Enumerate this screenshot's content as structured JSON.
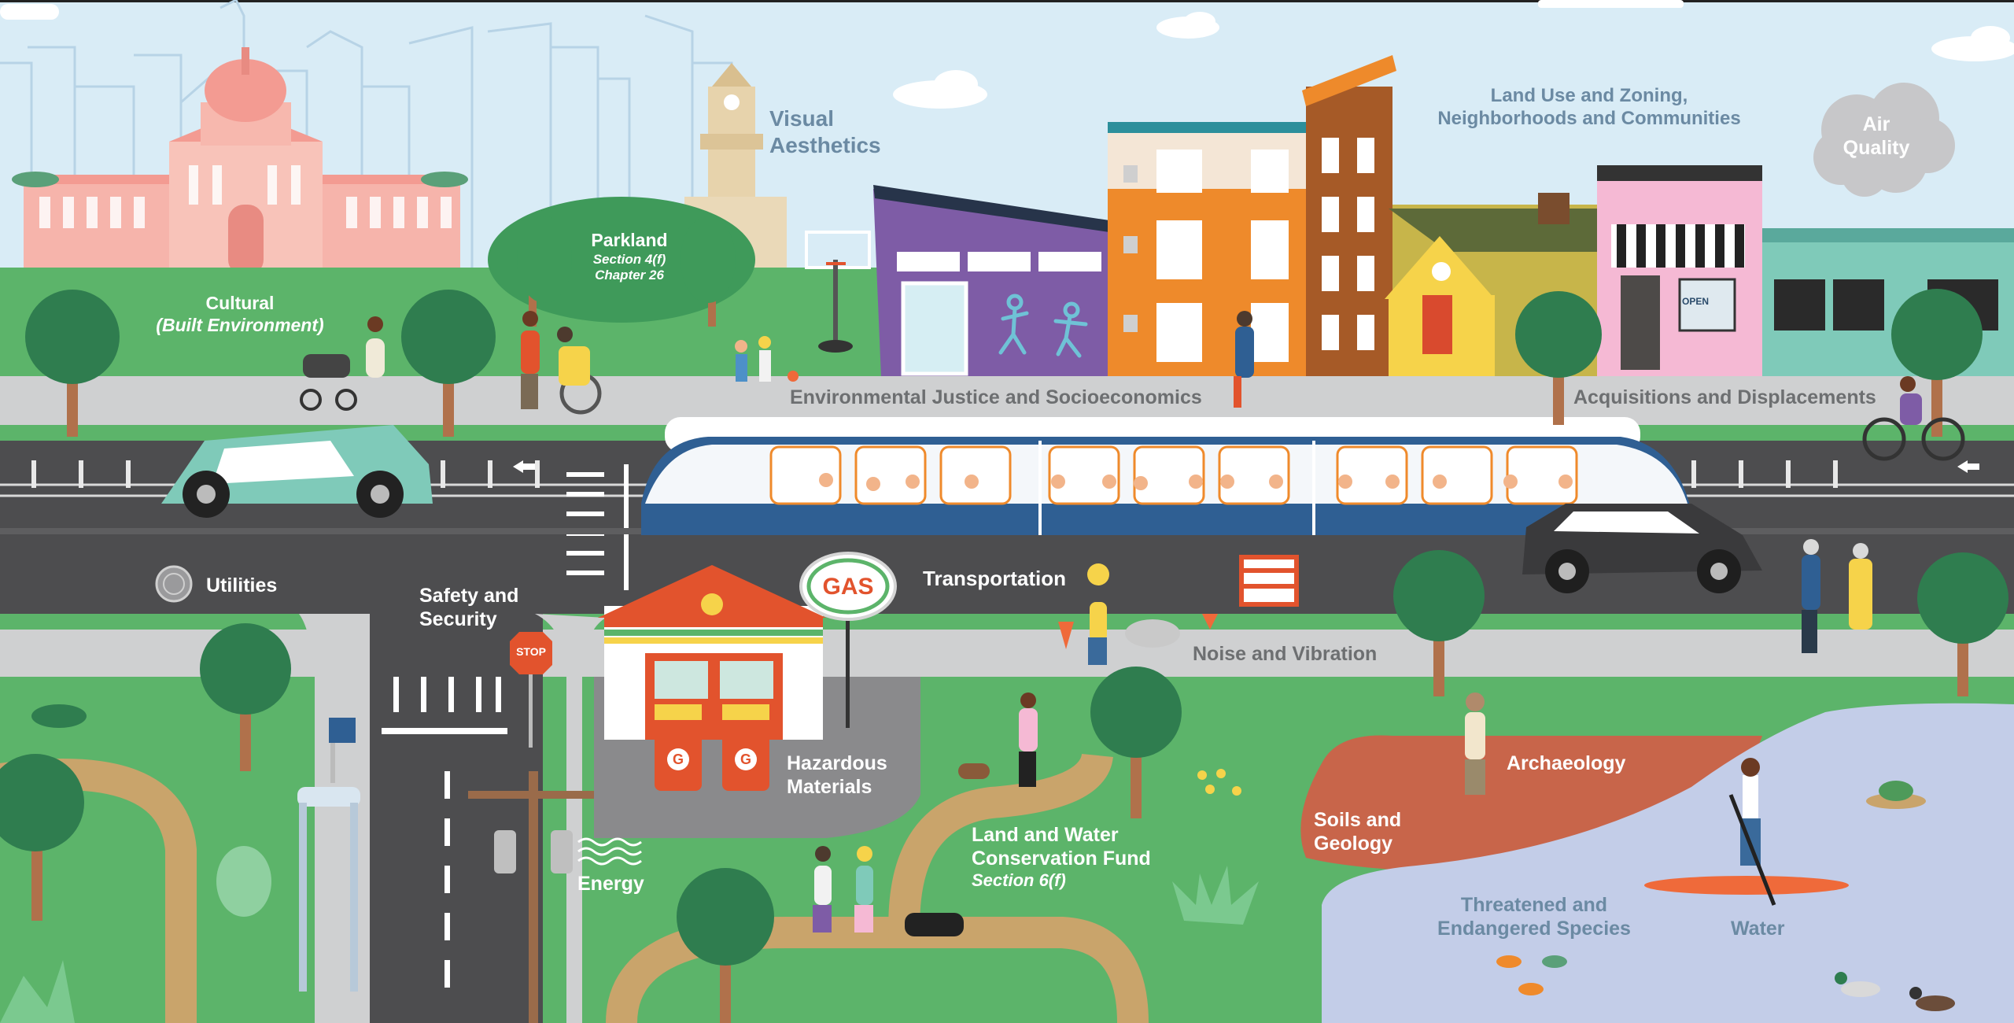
{
  "labels": {
    "cultural": {
      "title": "Cultural",
      "subtitle": "(Built Environment)"
    },
    "parkland": {
      "title": "Parkland",
      "line2": "Section 4(f)",
      "line3": "Chapter 26"
    },
    "visual_aesthetics": [
      "Visual",
      "Aesthetics"
    ],
    "land_use": [
      "Land Use and Zoning,",
      "Neighborhoods and Communities"
    ],
    "air_quality": [
      "Air",
      "Quality"
    ],
    "environmental_justice": "Environmental Justice and Socioeconomics",
    "acquisitions": "Acquisitions and Displacements",
    "utilities": "Utilities",
    "safety": [
      "Safety and",
      "Security"
    ],
    "transportation": "Transportation",
    "noise": "Noise and Vibration",
    "hazardous": [
      "Hazardous",
      "Materials"
    ],
    "energy": "Energy",
    "lwcf": {
      "line1": "Land and Water",
      "line2": "Conservation Fund",
      "line3": "Section 6(f)"
    },
    "soils": [
      "Soils and",
      "Geology"
    ],
    "archaeology": "Archaeology",
    "threatened": [
      "Threatened and",
      "Endangered Species"
    ],
    "water": "Water"
  },
  "signs": {
    "gas": "GAS",
    "stop": "STOP",
    "open": "OPEN",
    "pump": "G"
  },
  "colors": {
    "sky": "#d9ecf6",
    "grass": "#5cb46a",
    "road": "#4d4d4f",
    "sidewalk": "#cfd0d1",
    "train_blue": "#2f5f93",
    "water": "#c3cde8",
    "soil": "#c8654a",
    "path": "#c9a46b",
    "tree": "#2f7d4f"
  }
}
